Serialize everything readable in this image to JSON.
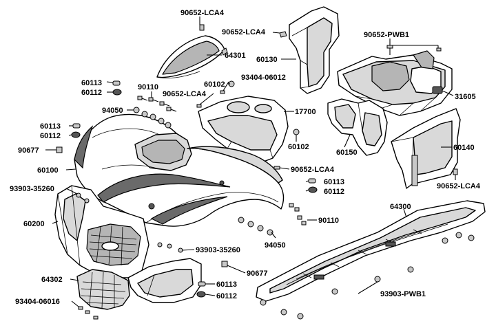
{
  "diagram": {
    "callouts": [
      {
        "id": "c1",
        "text": "90652-LCA4"
      },
      {
        "id": "c2",
        "text": "90652-LCA4"
      },
      {
        "id": "c3",
        "text": "64301"
      },
      {
        "id": "c4",
        "text": "60130"
      },
      {
        "id": "c5",
        "text": "90652-PWB1"
      },
      {
        "id": "c6",
        "text": "31605"
      },
      {
        "id": "c7",
        "text": "60113"
      },
      {
        "id": "c8",
        "text": "60112"
      },
      {
        "id": "c9",
        "text": "90110"
      },
      {
        "id": "c10",
        "text": "60102"
      },
      {
        "id": "c11",
        "text": "93404-06012"
      },
      {
        "id": "c12",
        "text": "90652-LCA4"
      },
      {
        "id": "c13",
        "text": "94050"
      },
      {
        "id": "c14",
        "text": "17700"
      },
      {
        "id": "c15",
        "text": "60113"
      },
      {
        "id": "c16",
        "text": "60112"
      },
      {
        "id": "c17",
        "text": "60102"
      },
      {
        "id": "c18",
        "text": "60150"
      },
      {
        "id": "c19",
        "text": "60140"
      },
      {
        "id": "c20",
        "text": "90677"
      },
      {
        "id": "c21",
        "text": "60100"
      },
      {
        "id": "c22",
        "text": "90652-LCA4"
      },
      {
        "id": "c23",
        "text": "90652-LCA4"
      },
      {
        "id": "c24",
        "text": "93903-35260"
      },
      {
        "id": "c25",
        "text": "60113"
      },
      {
        "id": "c26",
        "text": "60112"
      },
      {
        "id": "c27",
        "text": "64300"
      },
      {
        "id": "c28",
        "text": "60200"
      },
      {
        "id": "c29",
        "text": "90110"
      },
      {
        "id": "c30",
        "text": "94050"
      },
      {
        "id": "c31",
        "text": "93903-35260"
      },
      {
        "id": "c32",
        "text": "90677"
      },
      {
        "id": "c33",
        "text": "64302"
      },
      {
        "id": "c34",
        "text": "60113"
      },
      {
        "id": "c35",
        "text": "60112"
      },
      {
        "id": "c36",
        "text": "93903-PWB1"
      },
      {
        "id": "c37",
        "text": "93404-06016"
      }
    ]
  }
}
